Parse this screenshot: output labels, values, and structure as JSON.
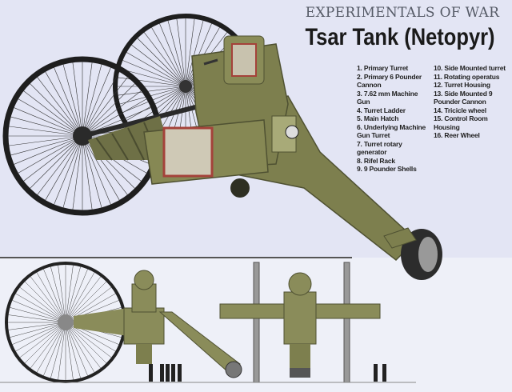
{
  "header": {
    "subtitle": "EXPERIMENTALS OF WAR",
    "title": "Tsar Tank (Netopyr)"
  },
  "legend": {
    "items": [
      "1. Primary Turret",
      "2. Primary 6 Pounder Cannon",
      "3. 7.62 mm Machine Gun",
      "4. Turret Ladder",
      "5. Main Hatch",
      "6. Underlying Machine Gun Turret",
      "7. Turret rotary generator",
      "8. Rifel Rack",
      "9. 9 Pounder Shells",
      "10. Side Mounted turret",
      "11. Rotating operatus",
      "12. Turret Housing",
      "13. Side Mounted 9 Pounder Cannon",
      "14. Tricicle wheel",
      "15. Control Room Housing",
      "16. Reer Wheel"
    ]
  },
  "colors": {
    "background": "#e3e5f4",
    "hull_olive": "#7d7f4e",
    "hull_dark": "#4f5132",
    "wheel": "#1e1e1e",
    "interior_red": "#a4423a"
  }
}
